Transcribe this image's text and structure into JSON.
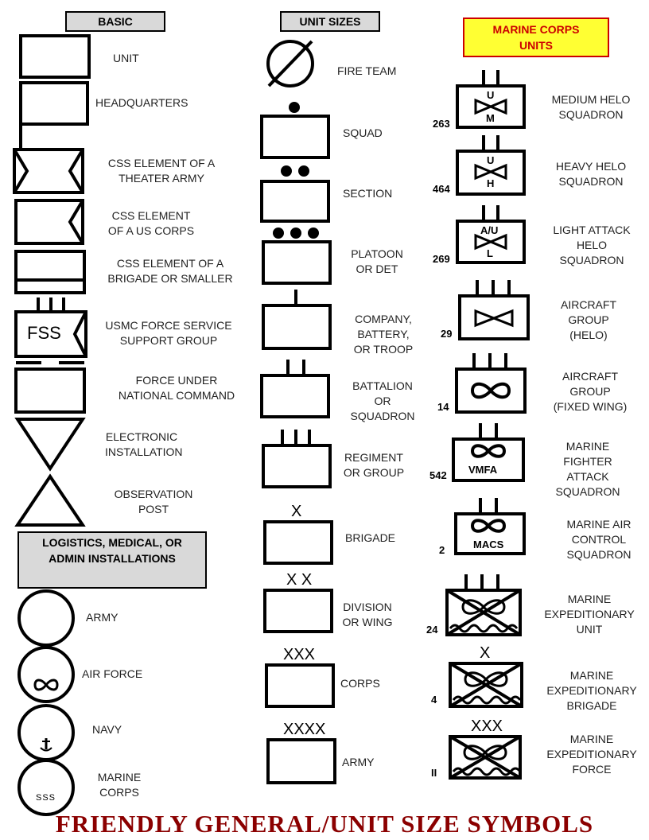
{
  "headers": {
    "basic": "BASIC",
    "unit_sizes": "UNIT SIZES",
    "marine_corps_units": [
      "MARINE CORPS",
      "UNITS"
    ],
    "logistics": [
      "LOGISTICS, MEDICAL, OR",
      "ADMIN INSTALLATIONS"
    ]
  },
  "basic": {
    "unit": "UNIT",
    "headquarters": "HEADQUARTERS",
    "css_theater": [
      "CSS ELEMENT OF A",
      "THEATER ARMY"
    ],
    "css_corps": [
      "CSS ELEMENT",
      "OF A US CORPS"
    ],
    "css_brigade": [
      "CSS ELEMENT OF A",
      "BRIGADE OR SMALLER"
    ],
    "fssg": [
      "USMC FORCE SERVICE",
      "SUPPORT GROUP"
    ],
    "fssg_symbol_text": "FSS",
    "national_command": [
      "FORCE  UNDER",
      "NATIONAL COMMAND"
    ],
    "electronic": [
      "ELECTRONIC",
      "INSTALLATION"
    ],
    "observation": [
      "OBSERVATION",
      "POST"
    ]
  },
  "logistics": {
    "army": "ARMY",
    "air_force": "AIR FORCE",
    "navy": "NAVY",
    "marine_corps": [
      "MARINE",
      "CORPS"
    ],
    "marine_symbol_text": "SSS"
  },
  "unit_sizes": {
    "fire_team": "FIRE TEAM",
    "squad": "SQUAD",
    "section": "SECTION",
    "platoon": [
      "PLATOON",
      "OR DET"
    ],
    "company": [
      "COMPANY,",
      "BATTERY,",
      "OR TROOP"
    ],
    "battalion": [
      "BATTALION",
      "OR",
      "SQUADRON"
    ],
    "regiment": [
      "REGIMENT",
      "OR GROUP"
    ],
    "brigade": "BRIGADE",
    "brigade_mark": "X",
    "division": [
      "DIVISION",
      "OR WING"
    ],
    "division_mark": "X X",
    "corps": "CORPS",
    "corps_mark": "XXX",
    "army": "ARMY",
    "army_mark": "XXXX"
  },
  "marine_units": {
    "medium_helo": {
      "label": [
        "MEDIUM HELO",
        "SQUADRON"
      ],
      "number": "263",
      "top": "U",
      "bottom": "M"
    },
    "heavy_helo": {
      "label": [
        "HEAVY HELO",
        "SQUADRON"
      ],
      "number": "464",
      "top": "U",
      "bottom": "H"
    },
    "light_attack": {
      "label": [
        "LIGHT ATTACK",
        "HELO",
        "SQUADRON"
      ],
      "number": "269",
      "top": "A/U",
      "bottom": "L"
    },
    "aircraft_helo": {
      "label": [
        "AIRCRAFT",
        "GROUP",
        "(HELO)"
      ],
      "number": "29"
    },
    "aircraft_fixed": {
      "label": [
        "AIRCRAFT",
        "GROUP",
        "(FIXED WING)"
      ],
      "number": "14"
    },
    "vmfa": {
      "label": [
        "MARINE",
        "FIGHTER",
        "ATTACK",
        "SQUADRON"
      ],
      "number": "542",
      "text": "VMFA"
    },
    "macs": {
      "label": [
        "MARINE AIR",
        "CONTROL",
        "SQUADRON"
      ],
      "number": "2",
      "text": "MACS"
    },
    "meu": {
      "label": [
        "MARINE",
        "EXPEDITIONARY",
        "UNIT"
      ],
      "number": "24"
    },
    "meb": {
      "label": [
        "MARINE",
        "EXPEDITIONARY",
        "BRIGADE"
      ],
      "number": "4",
      "mark": "X"
    },
    "mef": {
      "label": [
        "MARINE",
        "EXPEDITIONARY",
        "FORCE"
      ],
      "number": "II",
      "mark": "XXX"
    }
  },
  "title": "FRIENDLY GENERAL/UNIT SIZE SYMBOLS",
  "colors": {
    "title": "#8b0000",
    "marine_header_bg": "#ffff33",
    "marine_header_border": "#cc0000",
    "marine_header_text": "#cc0000",
    "header_bg": "#d9d9d9"
  }
}
